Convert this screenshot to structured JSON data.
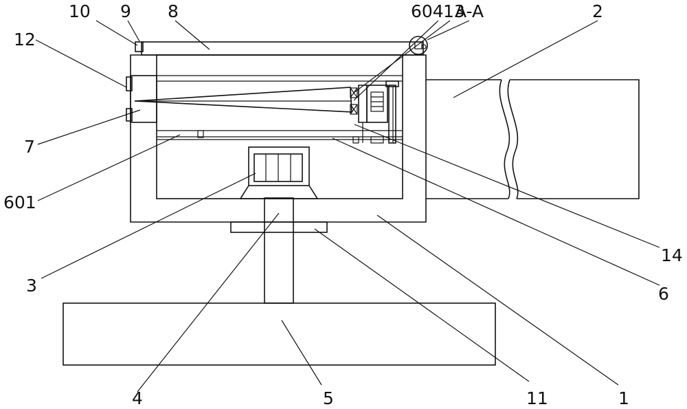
{
  "section_label": "A-A",
  "labels": {
    "l10": "10",
    "l9": "9",
    "l8": "8",
    "l604": "604",
    "l13": "13",
    "l2": "2",
    "l12": "12",
    "l7": "7",
    "l601": "601",
    "l3": "3",
    "l4": "4",
    "l5": "5",
    "l11": "11",
    "l1": "1",
    "l6": "6",
    "l14": "14"
  }
}
